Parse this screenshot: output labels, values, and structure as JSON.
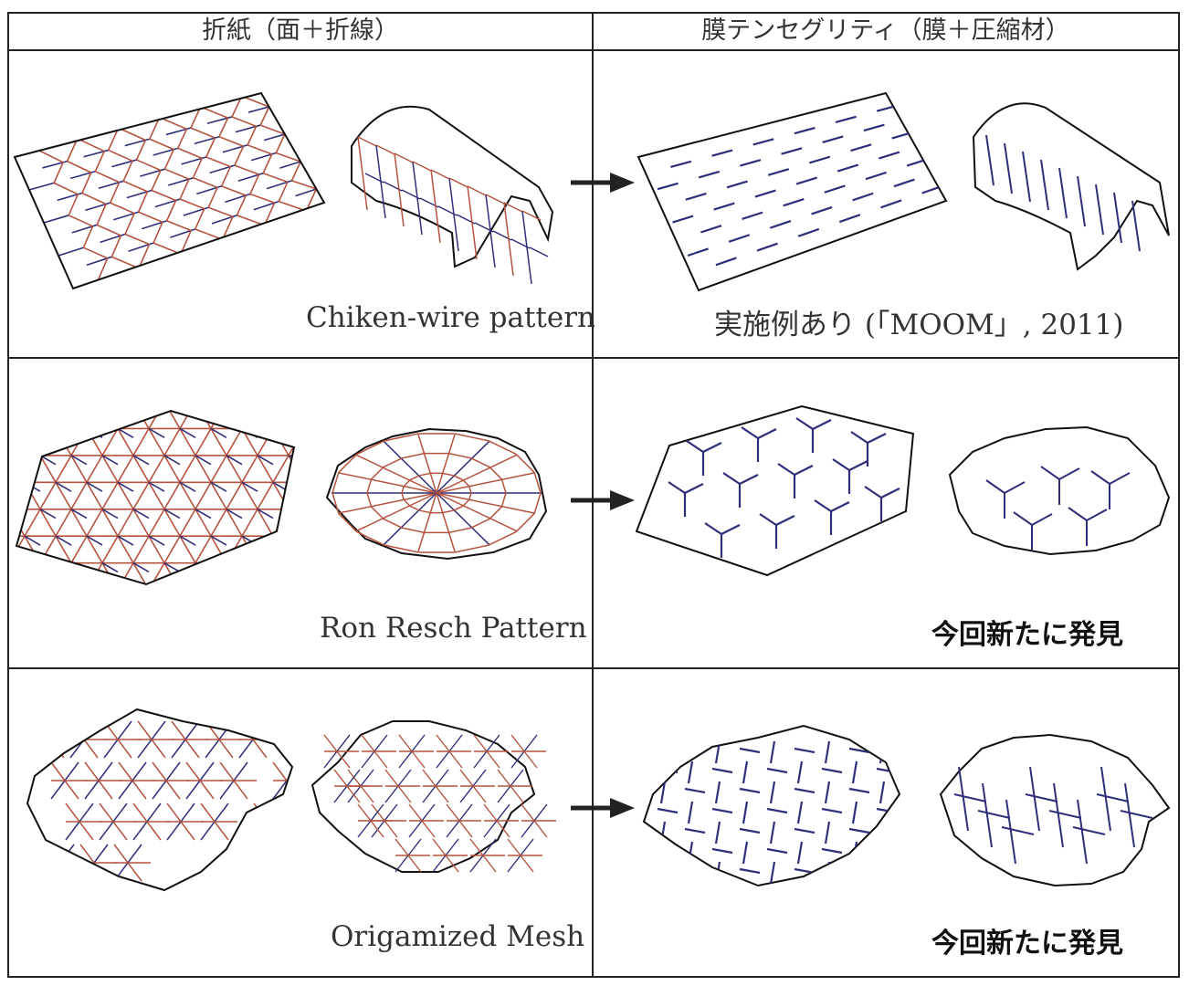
{
  "header": {
    "left": "折紙（面＋折線）",
    "right": "膜テンセグリティ（膜＋圧縮材）"
  },
  "rows": [
    {
      "pattern_label": "Chiken-wire pattern",
      "result_label": "実施例あり (「MOOM」, 2011)"
    },
    {
      "pattern_label": "Ron Resch Pattern",
      "result_label": "今回新たに発見"
    },
    {
      "pattern_label": "Origamized Mesh",
      "result_label": "今回新たに発見"
    }
  ],
  "colors": {
    "mountain_fold": "#b5533f",
    "valley_fold": "#2e2e7a",
    "outline": "#111111",
    "strut": "#2e2e7a",
    "arrow": "#222222"
  },
  "icons": [
    "right-arrow-icon"
  ]
}
